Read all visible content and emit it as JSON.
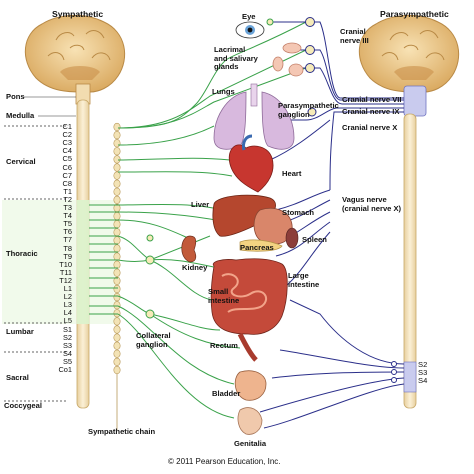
{
  "titles": {
    "sympathetic": "Sympathetic",
    "parasympathetic": "Parasympathetic"
  },
  "brainstem": {
    "pons": "Pons",
    "medulla": "Medulla"
  },
  "regions": {
    "cervical": "Cervical",
    "thoracic": "Thoracic",
    "lumbar": "Lumbar",
    "sacral": "Sacral",
    "coccygeal": "Coccygeal"
  },
  "segments": {
    "cervical": [
      "C1",
      "C2",
      "C3",
      "C4",
      "C5",
      "C6",
      "C7",
      "C8"
    ],
    "thoracic": [
      "T1",
      "T2",
      "T3",
      "T4",
      "T5",
      "T6",
      "T7",
      "T8",
      "T9",
      "T10",
      "T11",
      "T12"
    ],
    "lumbar": [
      "L1",
      "L2",
      "L3",
      "L4",
      "L5"
    ],
    "sacral": [
      "S1",
      "S2",
      "S3",
      "S4",
      "S5"
    ],
    "coccygeal": [
      "Co1"
    ]
  },
  "parasympathetic_sacral": [
    "S2",
    "S3",
    "S4"
  ],
  "organs": {
    "eye": "Eye",
    "glands": "Lacrimal\nand salivary\nglands",
    "lungs": "Lungs",
    "para_ganglion": "Parasympathetic\nganglion",
    "heart": "Heart",
    "liver": "Liver",
    "stomach": "Stomach",
    "pancreas": "Pancreas",
    "spleen": "Spleen",
    "kidney": "Kidney",
    "large_intestine": "Large\nintestine",
    "small_intestine": "Small\nintestine",
    "rectum": "Rectum",
    "bladder": "Bladder",
    "genitalia": "Genitalia"
  },
  "nerves": {
    "cn3": "Cranial\nnerve III",
    "cn7": "Cranial nerve VII",
    "cn9": "Cranial nerve IX",
    "cn10": "Cranial nerve X",
    "vagus": "Vagus nerve\n(cranial nerve X)"
  },
  "chain": {
    "sympathetic_chain": "Sympathetic chain",
    "collateral": "Collateral\nganglion"
  },
  "copyright": "© 2011 Pearson Education, Inc.",
  "colors": {
    "sympathetic_nerve": "#3aa24a",
    "parasympathetic_nerve": "#2b2f8a",
    "cord": "#f6e6c4",
    "brain": "#e9c98a",
    "thoracolumbar_highlight": "#d8f0c8",
    "sacral_highlight": "#c9cbee"
  }
}
